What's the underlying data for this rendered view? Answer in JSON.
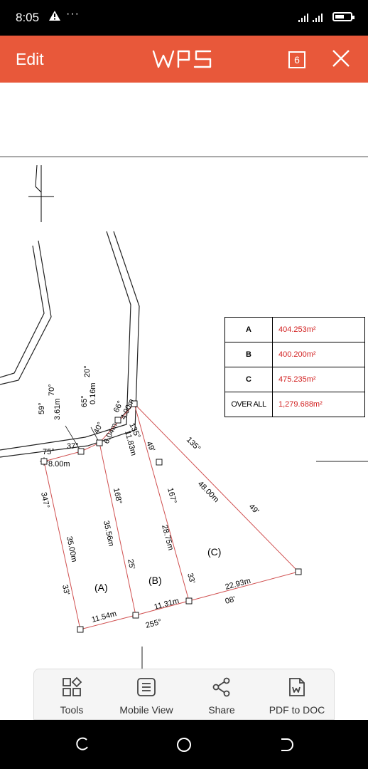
{
  "status_bar": {
    "time": "8:05",
    "alert_icon": "warning-icon",
    "dots": "···"
  },
  "app_bar": {
    "edit_label": "Edit",
    "logo_text": "WPS",
    "page_count": "6",
    "color": "#e8583a"
  },
  "drawing": {
    "dimension_labels": {
      "d_3_61m": "3.61m",
      "d_0_16m": "0.16m",
      "d_8_00m": "8.00m",
      "d_6_04m": "6.04m",
      "d_4_90m": "4.90m",
      "d_11_83m": "11.83m",
      "d_48_00m": "48.00m",
      "d_35_00m": "35.00m",
      "d_35_56m": "35.56m",
      "d_28_75m": "28.75m",
      "d_22_93m": "22.93m",
      "d_11_31m": "11.31m",
      "d_11_54m": "11.54m"
    },
    "angle_labels": {
      "a_59": "59°",
      "a_70": "70°",
      "a_65": "65°",
      "a_20": "20°",
      "a_75": "75°",
      "a_37": "37°",
      "a_40": "40°",
      "a_66": "66°",
      "a_135a": "135°",
      "a_135b": "135°",
      "a_49a": "49'",
      "a_49b": "49'",
      "a_347": "347°",
      "a_168": "168°",
      "a_167": "167°",
      "a_25": "25'",
      "a_33a": "33'",
      "a_33b": "33'",
      "a_255": "255°",
      "a_08": "08'"
    },
    "plot_labels": {
      "A": "(A)",
      "B": "(B)",
      "C": "(C)"
    }
  },
  "area_table": [
    {
      "label": "A",
      "value": "404.253m²"
    },
    {
      "label": "B",
      "value": "400.200m²"
    },
    {
      "label": "C",
      "value": "475.235m²"
    },
    {
      "label": "OVER ALL",
      "value": "1,279.688m²"
    }
  ],
  "bottom_toolbar": [
    {
      "label": "Tools",
      "icon": "tools-icon"
    },
    {
      "label": "Mobile View",
      "icon": "mobile-view-icon"
    },
    {
      "label": "Share",
      "icon": "share-icon"
    },
    {
      "label": "PDF to DOC",
      "icon": "pdf-to-doc-icon"
    }
  ],
  "nav_bar": {
    "recent_icon": "recent-apps-icon",
    "home_icon": "home-icon",
    "back_icon": "back-icon"
  }
}
